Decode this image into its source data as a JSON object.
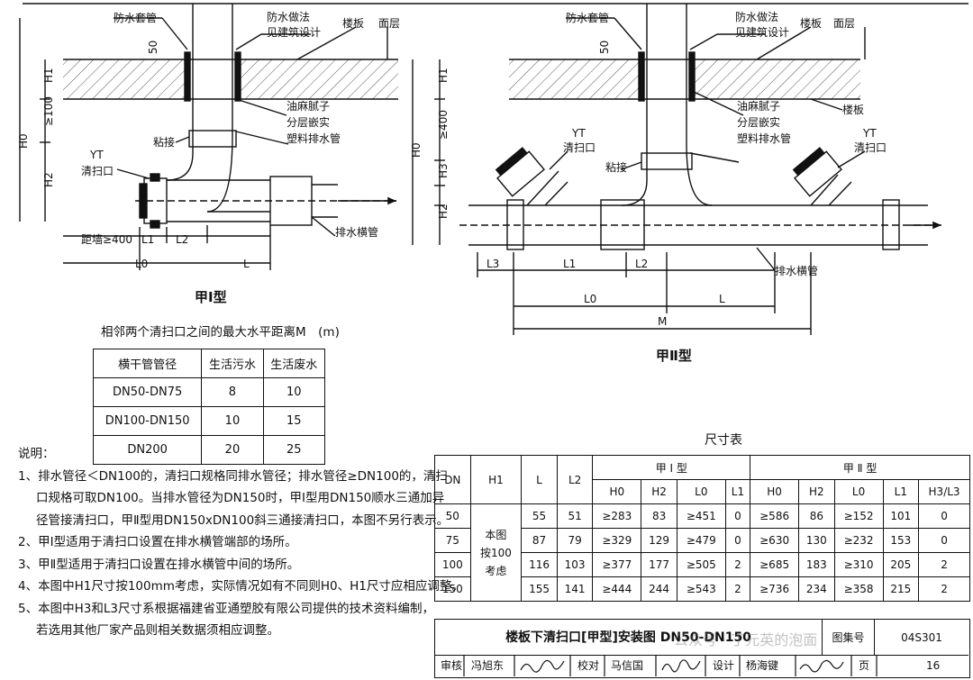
{
  "labels": {
    "fs_casing": "防水套管",
    "fs_method_1": "防水做法",
    "fs_method_2": "见建筑设计",
    "slab": "楼板",
    "surface": "面层",
    "oakum_1": "油麻腻子",
    "oakum_2": "分层嵌实",
    "plastic_drain": "塑料排水管",
    "glue": "粘接",
    "yt": "YT",
    "cleanout": "清扫口",
    "horiz_drain": "排水横管",
    "h1": "H1",
    "h0": "H0",
    "h2": "H2",
    "h3": "H3",
    "ge100": "≥100",
    "ge400": "≥400",
    "d50": "50",
    "dist400": "距墙≥400",
    "l": "L",
    "l0": "L0",
    "l1": "L1",
    "l2": "L2",
    "l3": "L3",
    "m": "M",
    "type1": "甲Ⅰ型",
    "type2": "甲Ⅱ型"
  },
  "max_table": {
    "title": "相邻两个清扫口之间的最大水平距离M　(m)",
    "headers": [
      "横干管管径",
      "生活污水",
      "生活废水"
    ],
    "rows": [
      [
        "DN50-DN75",
        "8",
        "10"
      ],
      [
        "DN100-DN150",
        "10",
        "15"
      ],
      [
        "DN200",
        "20",
        "25"
      ]
    ]
  },
  "notes": {
    "title": "说明：",
    "lines": [
      "1、排水管径＜DN100的，清扫口规格同排水管径；排水管径≥DN100的，清扫",
      "口规格可取DN100。当排水管径为DN150时，甲Ⅰ型用DN150顺水三通加异",
      "径管接清扫口，甲Ⅱ型用DN150xDN100斜三通接清扫口，本图不另行表示。",
      "2、甲Ⅰ型适用于清扫口设置在排水横管端部的场所。",
      "3、甲Ⅱ型适用于清扫口设置在排水横管中间的场所。",
      "4、本图中H1尺寸按100mm考虑，实际情况如有不同则H0、H1尺寸应相应调整。",
      "5、本图中H3和L3尺寸系根据福建省亚通塑胶有限公司提供的技术资料编制，",
      "若选用其他厂家产品则相关数据须相应调整。"
    ]
  },
  "dim_table": {
    "title": "尺寸表",
    "h": {
      "dn": "DN",
      "h1": "H1",
      "l": "L",
      "l2": "L2",
      "t1": "甲 Ⅰ 型",
      "t2": "甲 Ⅱ 型",
      "s1": [
        "H0",
        "H2",
        "L0",
        "L1"
      ],
      "s2": [
        "H0",
        "H2",
        "L0",
        "L1",
        "H3/L3"
      ]
    },
    "merged_h1": [
      "本图",
      "按100",
      "考虑"
    ],
    "rows": [
      [
        "50",
        "55",
        "51",
        "≥283",
        "83",
        "≥451",
        "0",
        "≥586",
        "86",
        "≥152",
        "101",
        "0"
      ],
      [
        "75",
        "87",
        "79",
        "≥329",
        "129",
        "≥479",
        "0",
        "≥630",
        "130",
        "≥232",
        "153",
        "0"
      ],
      [
        "100",
        "116",
        "103",
        "≥377",
        "177",
        "≥505",
        "2",
        "≥685",
        "183",
        "≥310",
        "205",
        "2"
      ],
      [
        "150",
        "155",
        "141",
        "≥444",
        "244",
        "≥543",
        "2",
        "≥736",
        "234",
        "≥358",
        "215",
        "2"
      ]
    ]
  },
  "title_block": {
    "title": "楼板下清扫口[甲型]安装图 DN50-DN150",
    "atlas_label": "图集号",
    "atlas_no": "04S301",
    "review": "审核",
    "reviewer": "冯旭东",
    "check": "校对",
    "checker": "马信国",
    "design": "设计",
    "designer": "杨海键",
    "page_label": "页",
    "page": "16"
  },
  "watermark": "公众号 · 丁元英的泡面"
}
